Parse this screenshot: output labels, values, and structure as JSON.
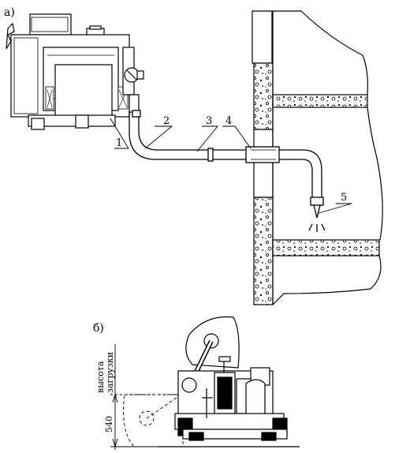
{
  "panel_a": {
    "label": "а)",
    "callouts": [
      "1",
      "2",
      "3",
      "4",
      "5"
    ]
  },
  "panel_b": {
    "label": "б)",
    "height_label_line1": "высота",
    "height_label_line2": "загрузки",
    "dimension_value": "540"
  },
  "colors": {
    "ink": "#000000",
    "paper": "#ffffff"
  }
}
